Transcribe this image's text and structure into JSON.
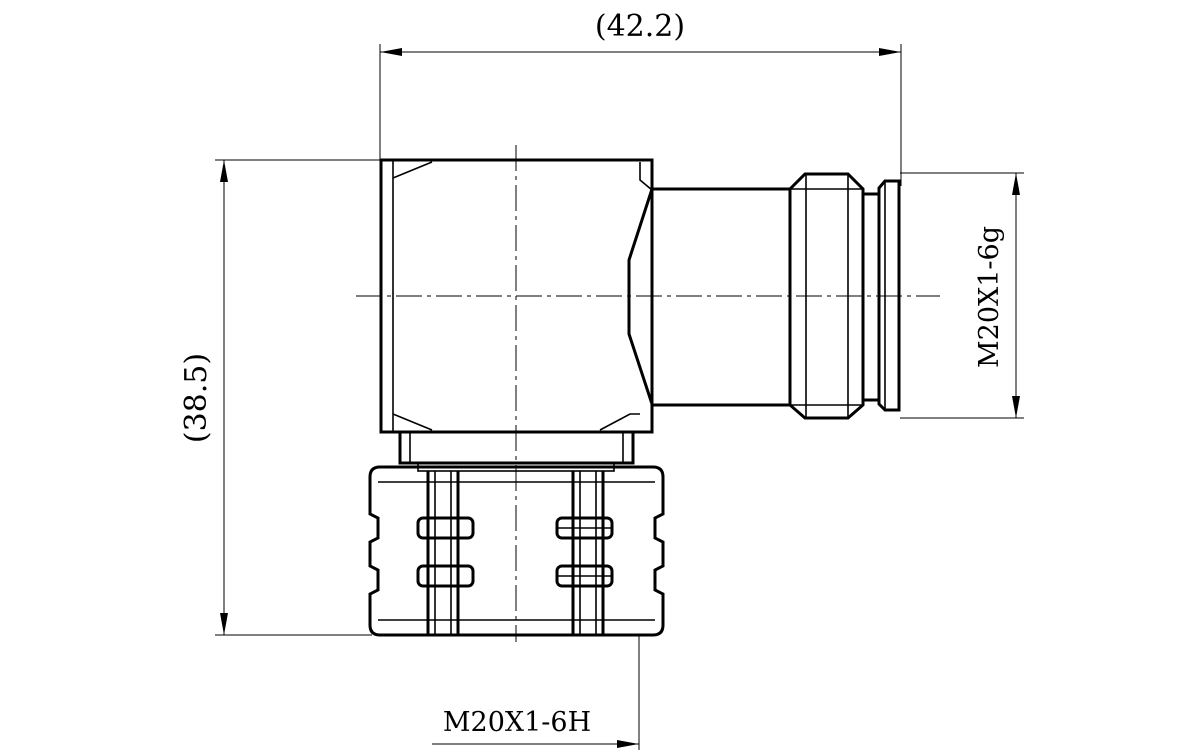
{
  "drawing": {
    "dimensions": {
      "overall_width": "(42.2)",
      "overall_height": "(38.5)",
      "male_thread": "M20X1-6g",
      "female_thread": "M20X1-6H"
    },
    "colors": {
      "line": "#000000",
      "background": "#ffffff"
    }
  }
}
